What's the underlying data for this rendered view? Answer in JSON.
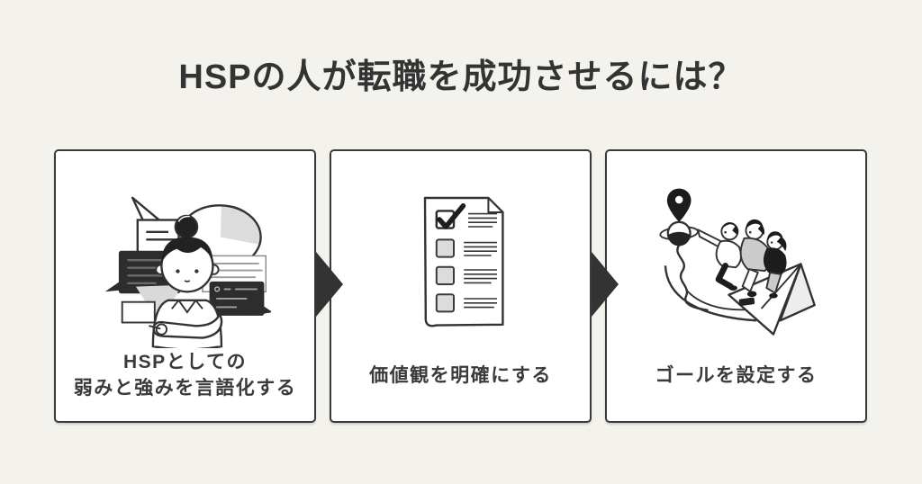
{
  "title": "HSPの人が転職を成功させるには？",
  "steps": [
    {
      "id": 1,
      "label": "HSPとしての\n弱みと強みを言語化する",
      "illustration": "woman-with-speech-bubbles"
    },
    {
      "id": 2,
      "label": "価値観を明確にする",
      "illustration": "checklist-paper"
    },
    {
      "id": 3,
      "label": "ゴールを設定する",
      "illustration": "people-on-paper-plane-to-goal-pin"
    }
  ],
  "icons": {
    "step_connector": "right-arrow-triangle"
  },
  "colors": {
    "background": "#f4f2ed",
    "card_background": "#ffffff",
    "card_border": "#3a3a3a",
    "title_text": "#333333",
    "label_text": "#3a3a3a",
    "arrow": "#333333",
    "illustration_ink": "#2d2d2d",
    "illustration_gray": "#d9d9d9"
  }
}
